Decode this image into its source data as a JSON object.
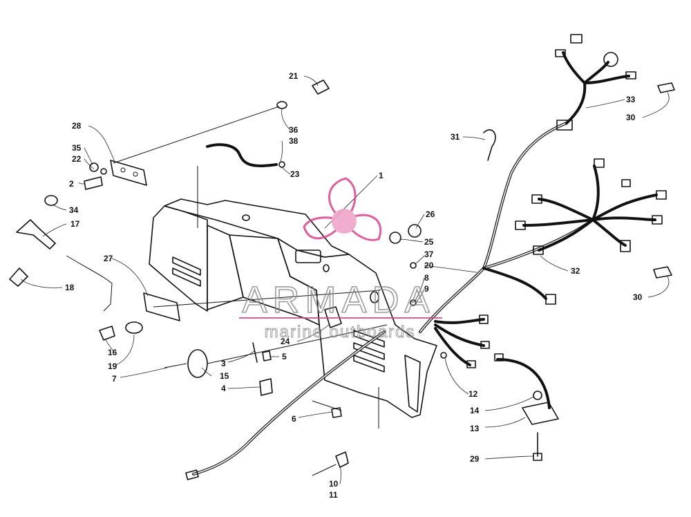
{
  "callouts": [
    {
      "id": "1",
      "label": "1"
    },
    {
      "id": "2",
      "label": "2"
    },
    {
      "id": "3",
      "label": "3"
    },
    {
      "id": "4",
      "label": "4"
    },
    {
      "id": "5",
      "label": "5"
    },
    {
      "id": "6",
      "label": "6"
    },
    {
      "id": "7",
      "label": "7"
    },
    {
      "id": "8",
      "label": "8"
    },
    {
      "id": "9",
      "label": "9"
    },
    {
      "id": "10",
      "label": "10"
    },
    {
      "id": "11",
      "label": "11"
    },
    {
      "id": "12",
      "label": "12"
    },
    {
      "id": "13",
      "label": "13"
    },
    {
      "id": "14",
      "label": "14"
    },
    {
      "id": "15",
      "label": "15"
    },
    {
      "id": "16",
      "label": "16"
    },
    {
      "id": "17",
      "label": "17"
    },
    {
      "id": "18",
      "label": "18"
    },
    {
      "id": "19",
      "label": "19"
    },
    {
      "id": "20",
      "label": "20"
    },
    {
      "id": "21",
      "label": "21"
    },
    {
      "id": "22",
      "label": "22"
    },
    {
      "id": "23",
      "label": "23"
    },
    {
      "id": "24",
      "label": "24"
    },
    {
      "id": "25",
      "label": "25"
    },
    {
      "id": "26",
      "label": "26"
    },
    {
      "id": "27",
      "label": "27"
    },
    {
      "id": "28",
      "label": "28"
    },
    {
      "id": "29",
      "label": "29"
    },
    {
      "id": "30a",
      "label": "30"
    },
    {
      "id": "30b",
      "label": "30"
    },
    {
      "id": "31",
      "label": "31"
    },
    {
      "id": "32",
      "label": "32"
    },
    {
      "id": "33",
      "label": "33"
    },
    {
      "id": "34",
      "label": "34"
    },
    {
      "id": "35",
      "label": "35"
    },
    {
      "id": "36",
      "label": "36"
    },
    {
      "id": "37",
      "label": "37"
    },
    {
      "id": "38",
      "label": "38"
    }
  ],
  "watermark": {
    "brand": "ARMADA",
    "tagline": "marine outboards",
    "color": "#d9418f"
  }
}
